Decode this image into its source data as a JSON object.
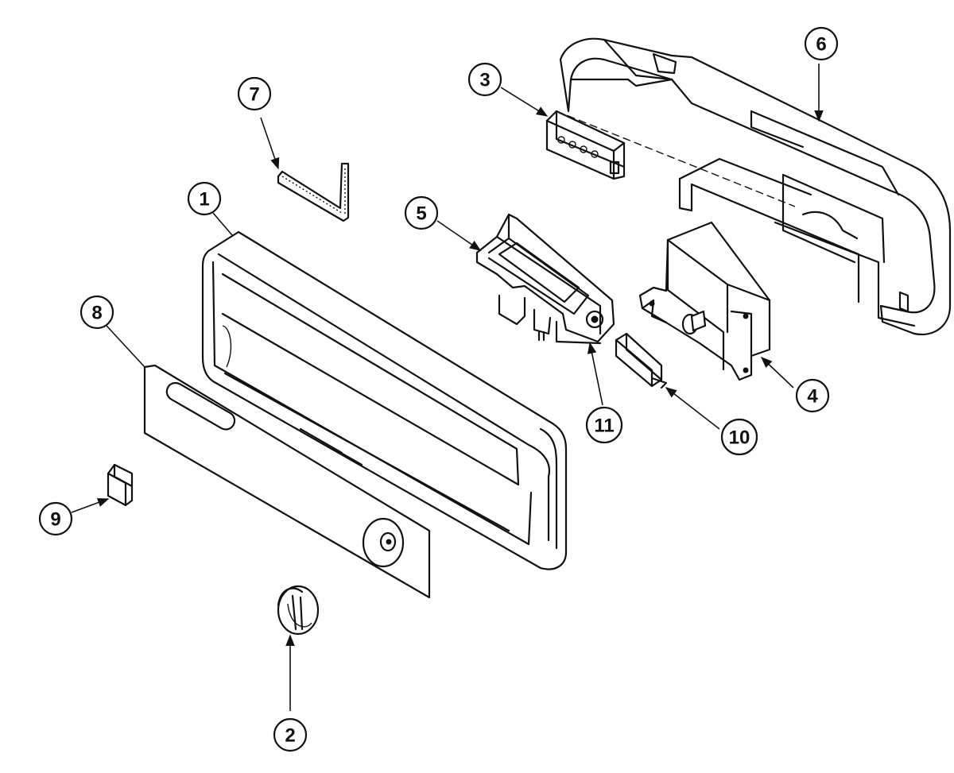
{
  "callouts": [
    {
      "id": "1",
      "label": "1",
      "part": "control-panel-console"
    },
    {
      "id": "2",
      "label": "2",
      "part": "knob"
    },
    {
      "id": "3",
      "label": "3",
      "part": "indicator-light-board"
    },
    {
      "id": "4",
      "label": "4",
      "part": "timer"
    },
    {
      "id": "5",
      "label": "5",
      "part": "door-latch-assembly"
    },
    {
      "id": "6",
      "label": "6",
      "part": "console-rear-cover"
    },
    {
      "id": "7",
      "label": "7",
      "part": "bracket"
    },
    {
      "id": "8",
      "label": "8",
      "part": "graphic-overlay-panel"
    },
    {
      "id": "9",
      "label": "9",
      "part": "push-button"
    },
    {
      "id": "10",
      "label": "10",
      "part": "micro-switch"
    },
    {
      "id": "11",
      "label": "11",
      "part": "latch-spring"
    }
  ]
}
